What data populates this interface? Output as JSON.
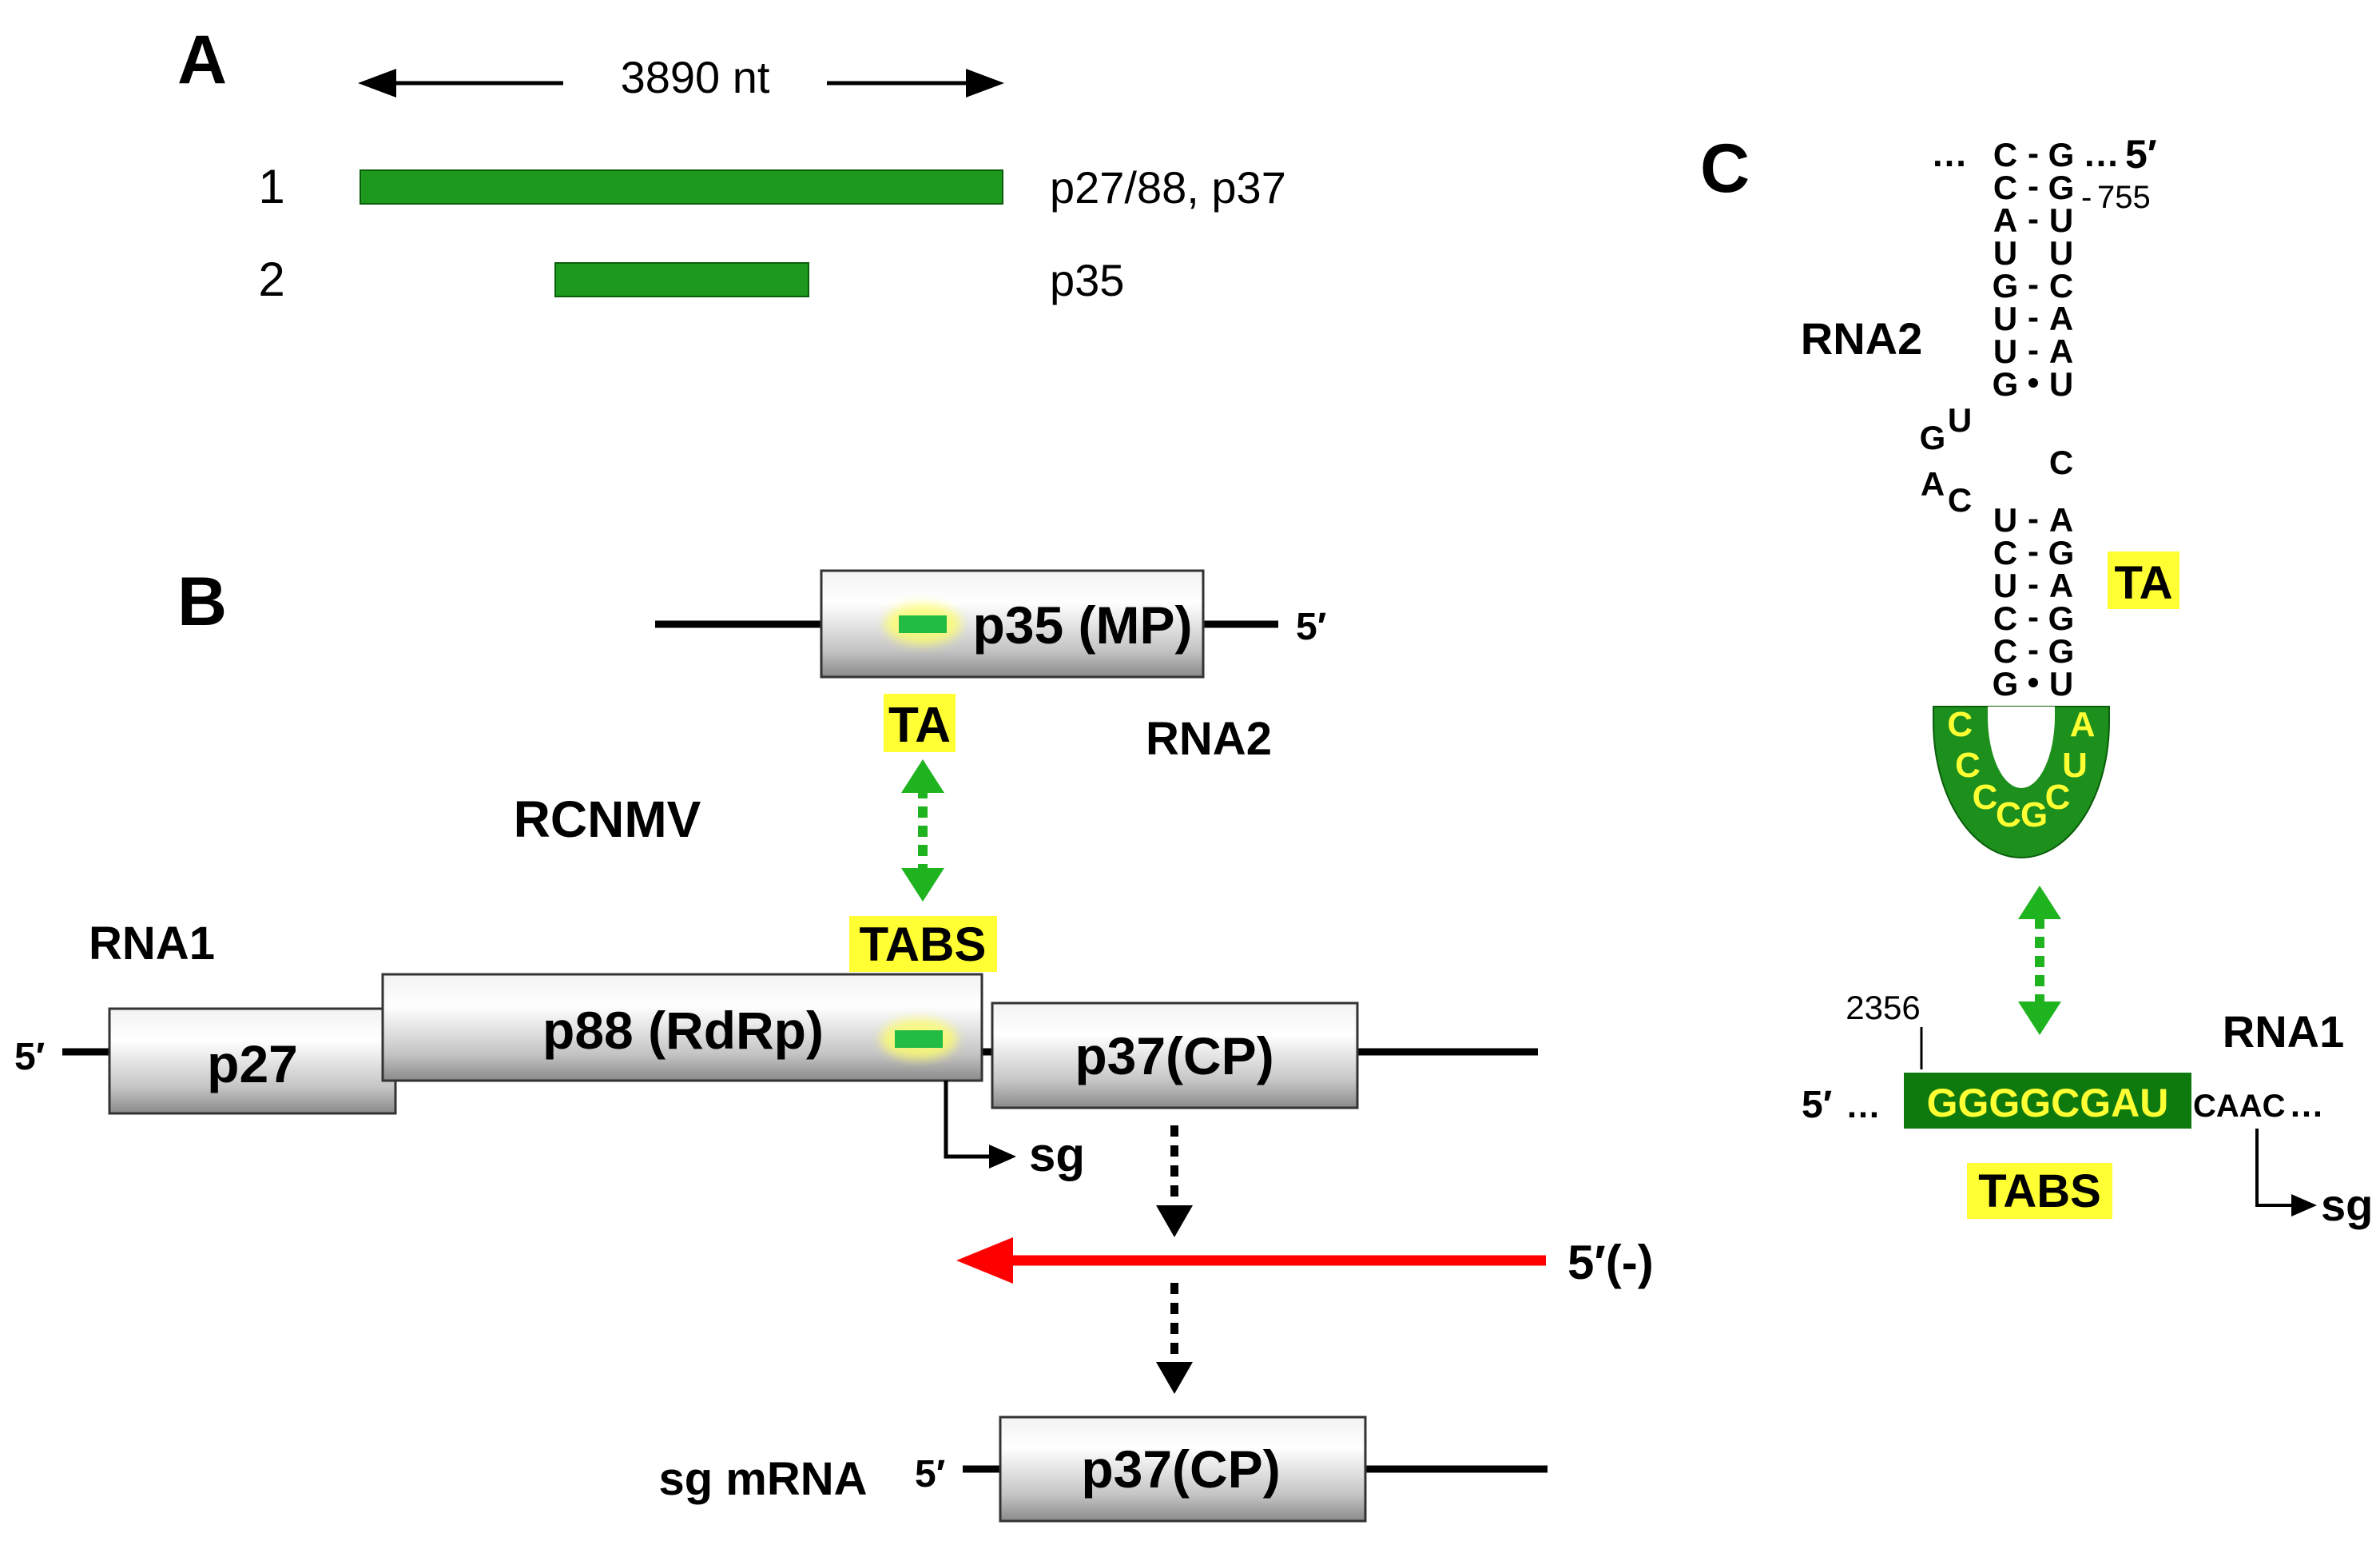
{
  "colors": {
    "green": "#1d9a1d",
    "dark_green": "#0e7a0e",
    "loop_green": "#1c8f1c",
    "highlight_yellow": "#ffff33",
    "letter_yellow": "#ffff33",
    "red_arrow": "#ff0000",
    "line": "#000000"
  },
  "panel_a": {
    "label": "A",
    "length_label": "3890 nt",
    "rows": [
      {
        "number": "1",
        "proteins": "p27/88, p37"
      },
      {
        "number": "2",
        "proteins": "p35"
      }
    ]
  },
  "panel_b": {
    "label": "B",
    "virus_name": "RCNMV",
    "rna2": {
      "name": "RNA2",
      "gene": "p35 (MP)",
      "five_prime": "5′",
      "element": "TA"
    },
    "rna1": {
      "name": "RNA1",
      "five_prime": "5′",
      "genes": [
        "p27",
        "p88 (RdRp)",
        "p37(CP)"
      ],
      "element": "TABS",
      "sg_label": "sg"
    },
    "minus_strand_label": "5′(-)",
    "sg_mrna": {
      "name": "sg mRNA",
      "five_prime": "5′",
      "gene": "p37(CP)"
    }
  },
  "panel_c": {
    "label": "C",
    "rna2_label": "RNA2",
    "ellipsis": "…",
    "five_prime_top": "5′",
    "position_top": "755",
    "stem_upper": [
      {
        "left": "C",
        "pair": "-",
        "right": "G"
      },
      {
        "left": "C",
        "pair": "-",
        "right": "G"
      },
      {
        "left": "A",
        "pair": "-",
        "right": "U"
      },
      {
        "left": "U",
        "pair": "",
        "right": "U"
      },
      {
        "left": "G",
        "pair": "-",
        "right": "C"
      },
      {
        "left": "U",
        "pair": "-",
        "right": "A"
      },
      {
        "left": "U",
        "pair": "-",
        "right": "A"
      },
      {
        "left": "G",
        "pair": "•",
        "right": "U"
      }
    ],
    "bulge_right": "C",
    "bulge_left": [
      "U",
      "G",
      "A",
      "C"
    ],
    "stem_lower": [
      {
        "left": "U",
        "pair": "-",
        "right": "A"
      },
      {
        "left": "C",
        "pair": "-",
        "right": "G"
      },
      {
        "left": "U",
        "pair": "-",
        "right": "A"
      },
      {
        "left": "C",
        "pair": "-",
        "right": "G"
      },
      {
        "left": "C",
        "pair": "-",
        "right": "G"
      },
      {
        "left": "G",
        "pair": "•",
        "right": "U"
      }
    ],
    "ta_label": "TA",
    "loop": [
      "C",
      "C",
      "C",
      "C",
      "G",
      "C",
      "U",
      "A"
    ],
    "rna1_label": "RNA1",
    "position_bottom": "2356",
    "five_prime_bottom": "5′",
    "tabs_sequence": "GGGGCGAU",
    "tail_sequence": "CAAC",
    "tabs_label": "TABS",
    "sg_label": "sg"
  }
}
